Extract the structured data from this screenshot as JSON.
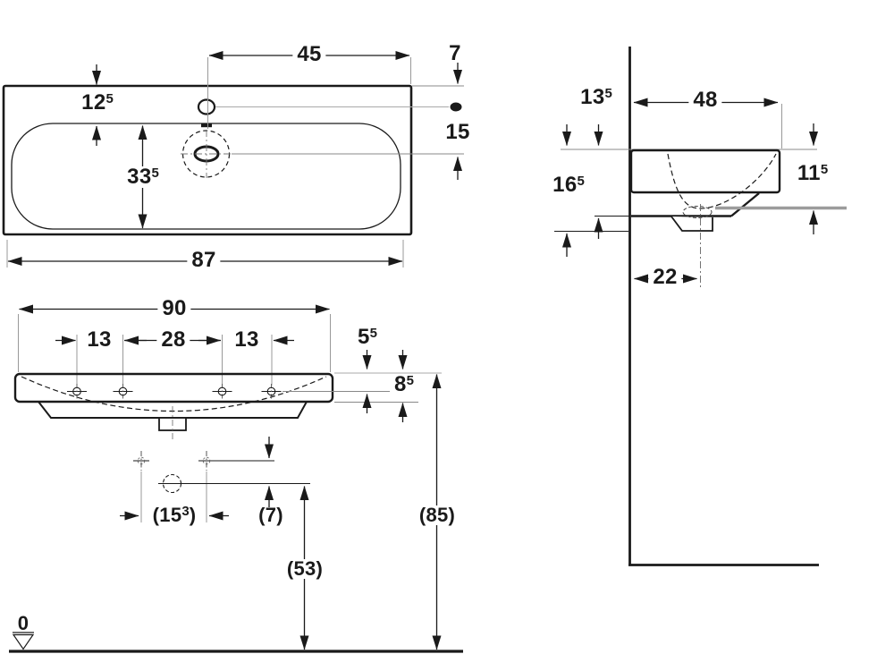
{
  "drawing": {
    "type": "washbasin-dimension-drawing",
    "unit_system": "cm",
    "colors": {
      "ink": "#1a1a1a",
      "reference_gray": "#999999",
      "shelf_gray": "#9c9c9c",
      "background": "#ffffff"
    }
  },
  "dims": {
    "top_45": {
      "main": "45",
      "sup": "",
      "post": ""
    },
    "top_7": {
      "main": "7",
      "sup": "",
      "post": ""
    },
    "top_12_5": {
      "main": "12",
      "sup": "5",
      "post": ""
    },
    "top_15": {
      "main": "15",
      "sup": "",
      "post": ""
    },
    "top_33_5": {
      "main": "33",
      "sup": "5",
      "post": ""
    },
    "top_87": {
      "main": "87",
      "sup": "",
      "post": ""
    },
    "front_90": {
      "main": "90",
      "sup": "",
      "post": ""
    },
    "front_13_left": {
      "main": "13",
      "sup": "",
      "post": ""
    },
    "front_28": {
      "main": "28",
      "sup": "",
      "post": ""
    },
    "front_13_right": {
      "main": "13",
      "sup": "",
      "post": ""
    },
    "front_5_5": {
      "main": "5",
      "sup": "5",
      "post": ""
    },
    "front_8_5": {
      "main": "8",
      "sup": "5",
      "post": ""
    },
    "front_15_3": {
      "main": "(15",
      "sup": "3",
      "post": ")"
    },
    "front_7": {
      "main": "(7)",
      "sup": "",
      "post": ""
    },
    "front_53": {
      "main": "(53)",
      "sup": "",
      "post": ""
    },
    "front_85": {
      "main": "(85)",
      "sup": "",
      "post": ""
    },
    "side_13_5": {
      "main": "13",
      "sup": "5",
      "post": ""
    },
    "side_48": {
      "main": "48",
      "sup": "",
      "post": ""
    },
    "side_16_5": {
      "main": "16",
      "sup": "5",
      "post": ""
    },
    "side_11_5": {
      "main": "11",
      "sup": "5",
      "post": ""
    },
    "side_22": {
      "main": "22",
      "sup": "",
      "post": ""
    },
    "datum_0": {
      "main": "0",
      "sup": "",
      "post": ""
    }
  }
}
